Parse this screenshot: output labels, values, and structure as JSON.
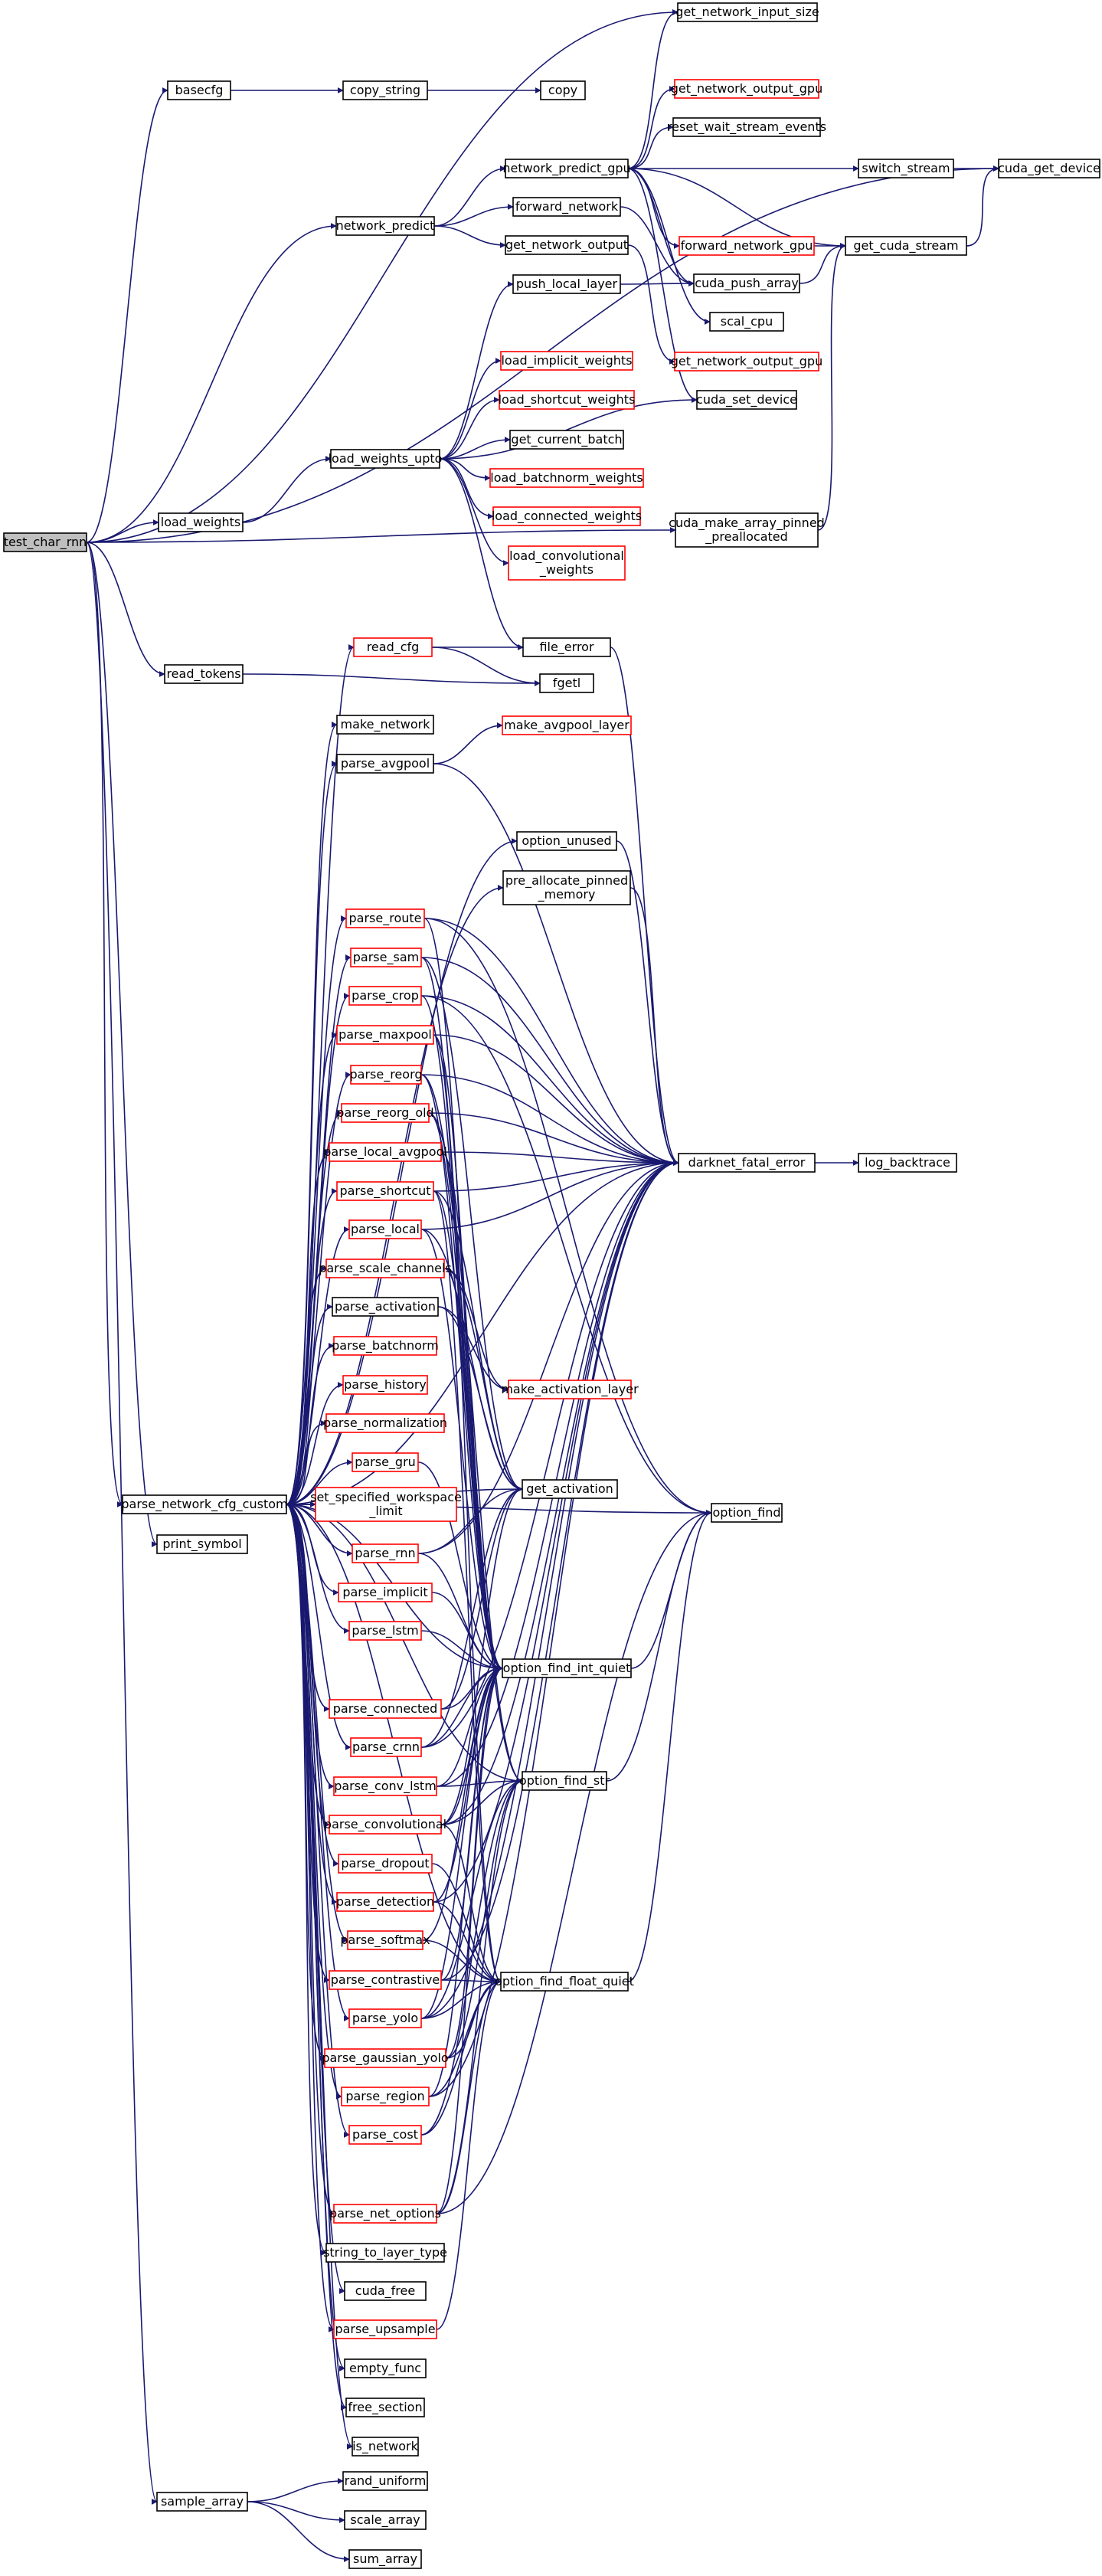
{
  "graph": {
    "root": "test_char_rnn",
    "colors": {
      "edge": "#191970",
      "normal_border": "#000000",
      "incomplete_border": "#ff0000",
      "root_fill": "#bfbfbf"
    },
    "nodes": [
      {
        "id": "n0",
        "label": "test_char_rnn",
        "root": true
      },
      {
        "id": "n1",
        "label": "basecfg"
      },
      {
        "id": "n2",
        "label": "copy_string"
      },
      {
        "id": "n3",
        "label": "copy"
      },
      {
        "id": "n4",
        "label": "get_network_input_size"
      },
      {
        "id": "n5",
        "label": "get_network_output_gpu",
        "red": true
      },
      {
        "id": "n6",
        "label": "reset_wait_stream_events"
      },
      {
        "id": "n7",
        "label": "network_predict_gpu"
      },
      {
        "id": "n8",
        "label": "switch_stream"
      },
      {
        "id": "n9",
        "label": "cuda_get_device"
      },
      {
        "id": "n10",
        "label": "network_predict"
      },
      {
        "id": "n11",
        "label": "forward_network"
      },
      {
        "id": "n12",
        "label": "forward_network_gpu",
        "red": true
      },
      {
        "id": "n13",
        "label": "get_cuda_stream"
      },
      {
        "id": "n14",
        "label": "get_network_output"
      },
      {
        "id": "n15",
        "label": "cuda_push_array"
      },
      {
        "id": "n16",
        "label": "push_local_layer"
      },
      {
        "id": "n17",
        "label": "scal_cpu"
      },
      {
        "id": "n18",
        "label": "get_network_output_gpu",
        "red": true
      },
      {
        "id": "n19",
        "label": "load_implicit_weights",
        "red": true
      },
      {
        "id": "n20",
        "label": "cuda_set_device"
      },
      {
        "id": "n21",
        "label": "load_shortcut_weights",
        "red": true
      },
      {
        "id": "n22",
        "label": "get_current_batch"
      },
      {
        "id": "n23",
        "label": "load_weights_upto"
      },
      {
        "id": "n24",
        "label": "load_batchnorm_weights",
        "red": true
      },
      {
        "id": "n25",
        "label": "load_weights"
      },
      {
        "id": "n26",
        "label": "load_connected_weights",
        "red": true
      },
      {
        "id": "n27",
        "label": "cuda_make_array_pinned\n_preallocated"
      },
      {
        "id": "n28",
        "label": "load_convolutional\n_weights",
        "red": true
      },
      {
        "id": "n29",
        "label": "read_cfg",
        "red": true
      },
      {
        "id": "n30",
        "label": "file_error"
      },
      {
        "id": "n31",
        "label": "read_tokens"
      },
      {
        "id": "n32",
        "label": "fgetl"
      },
      {
        "id": "n33",
        "label": "make_network"
      },
      {
        "id": "n34",
        "label": "make_avgpool_layer",
        "red": true
      },
      {
        "id": "n35",
        "label": "parse_avgpool"
      },
      {
        "id": "n36",
        "label": "option_unused"
      },
      {
        "id": "n37",
        "label": "pre_allocate_pinned\n_memory"
      },
      {
        "id": "n38",
        "label": "parse_route",
        "red": true
      },
      {
        "id": "n39",
        "label": "parse_sam",
        "red": true
      },
      {
        "id": "n40",
        "label": "parse_crop",
        "red": true
      },
      {
        "id": "n41",
        "label": "parse_maxpool",
        "red": true
      },
      {
        "id": "n42",
        "label": "parse_reorg",
        "red": true
      },
      {
        "id": "n43",
        "label": "parse_reorg_old",
        "red": true
      },
      {
        "id": "n44",
        "label": "darknet_fatal_error"
      },
      {
        "id": "n45",
        "label": "log_backtrace"
      },
      {
        "id": "n46",
        "label": "parse_local_avgpool",
        "red": true
      },
      {
        "id": "n47",
        "label": "parse_shortcut",
        "red": true
      },
      {
        "id": "n48",
        "label": "parse_local",
        "red": true
      },
      {
        "id": "n49",
        "label": "parse_scale_channels",
        "red": true
      },
      {
        "id": "n50",
        "label": "parse_activation"
      },
      {
        "id": "n51",
        "label": "make_activation_layer",
        "red": true
      },
      {
        "id": "n52",
        "label": "parse_batchnorm",
        "red": true
      },
      {
        "id": "n53",
        "label": "parse_history",
        "red": true
      },
      {
        "id": "n54",
        "label": "parse_normalization",
        "red": true
      },
      {
        "id": "n55",
        "label": "parse_gru",
        "red": true
      },
      {
        "id": "n56",
        "label": "get_activation"
      },
      {
        "id": "n57",
        "label": "parse_network_cfg_custom"
      },
      {
        "id": "n58",
        "label": "set_specified_workspace\n_limit",
        "red": true
      },
      {
        "id": "n59",
        "label": "option_find"
      },
      {
        "id": "n60",
        "label": "print_symbol"
      },
      {
        "id": "n61",
        "label": "parse_rnn",
        "red": true
      },
      {
        "id": "n62",
        "label": "parse_implicit",
        "red": true
      },
      {
        "id": "n63",
        "label": "parse_lstm",
        "red": true
      },
      {
        "id": "n64",
        "label": "option_find_int_quiet"
      },
      {
        "id": "n65",
        "label": "parse_connected",
        "red": true
      },
      {
        "id": "n66",
        "label": "parse_crnn",
        "red": true
      },
      {
        "id": "n67",
        "label": "option_find_str"
      },
      {
        "id": "n68",
        "label": "parse_conv_lstm",
        "red": true
      },
      {
        "id": "n69",
        "label": "parse_convolutional",
        "red": true
      },
      {
        "id": "n70",
        "label": "parse_dropout",
        "red": true
      },
      {
        "id": "n71",
        "label": "parse_detection",
        "red": true
      },
      {
        "id": "n72",
        "label": "parse_softmax",
        "red": true
      },
      {
        "id": "n73",
        "label": "option_find_float_quiet"
      },
      {
        "id": "n74",
        "label": "parse_contrastive",
        "red": true
      },
      {
        "id": "n75",
        "label": "parse_yolo",
        "red": true
      },
      {
        "id": "n76",
        "label": "parse_gaussian_yolo",
        "red": true
      },
      {
        "id": "n77",
        "label": "parse_region",
        "red": true
      },
      {
        "id": "n78",
        "label": "parse_cost",
        "red": true
      },
      {
        "id": "n79",
        "label": "parse_net_options",
        "red": true
      },
      {
        "id": "n80",
        "label": "string_to_layer_type"
      },
      {
        "id": "n81",
        "label": "cuda_free"
      },
      {
        "id": "n82",
        "label": "parse_upsample",
        "red": true
      },
      {
        "id": "n83",
        "label": "empty_func"
      },
      {
        "id": "n84",
        "label": "free_section"
      },
      {
        "id": "n85",
        "label": "is_network"
      },
      {
        "id": "n86",
        "label": "sample_array"
      },
      {
        "id": "n87",
        "label": "rand_uniform"
      },
      {
        "id": "n88",
        "label": "scale_array"
      },
      {
        "id": "n89",
        "label": "sum_array"
      }
    ]
  }
}
